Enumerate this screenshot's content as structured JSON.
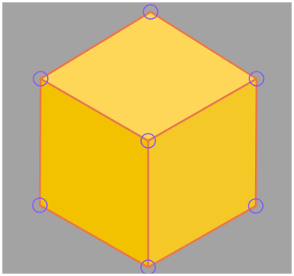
{
  "colors": {
    "background": "#a3a3a3",
    "top_face": "#fed758",
    "left_face": "#f2c200",
    "right_face": "#f4c827",
    "edge": "#e8794a",
    "vertex_marker": "#8a5cf0"
  },
  "icons": {
    "vertex_marker": "circle-outline"
  },
  "cube": {
    "faces": [
      "top-face",
      "left-face",
      "right-face"
    ],
    "vertices": [
      "top",
      "upper-left",
      "upper-right",
      "center",
      "lower-left",
      "lower-right",
      "bottom"
    ]
  }
}
